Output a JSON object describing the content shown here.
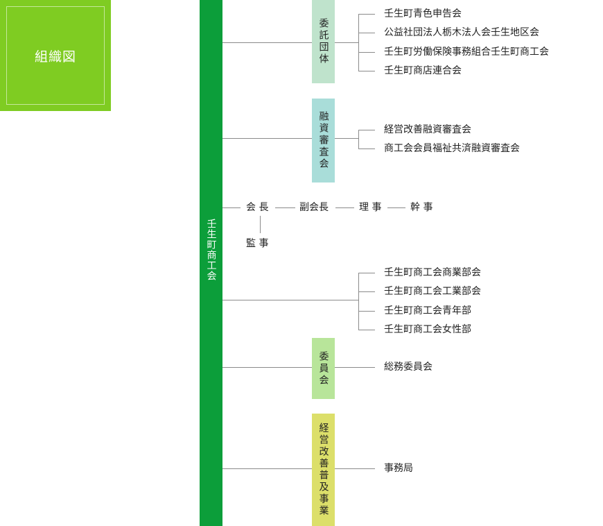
{
  "badge": {
    "title": "組織図"
  },
  "trunk": {
    "label": "壬生町商工会"
  },
  "colors": {
    "badge": "#7fcc22",
    "trunk": "#0c9e3a",
    "itaku": "#bfe3cc",
    "yushi": "#a9ddd9",
    "iinkai": "#b8e59a",
    "keiei": "#dcdf6a",
    "line": "#8a8a8a"
  },
  "groups": {
    "itaku": {
      "title": "委託団体",
      "items": [
        "壬生町青色申告会",
        "公益社団法人栃木法人会壬生地区会",
        "壬生町労働保険事務組合壬生町商工会",
        "壬生町商店連合会"
      ]
    },
    "yushi": {
      "title": "融資審査会",
      "items": [
        "経営改善融資審査会",
        "商工会会員福祉共済融資審査会"
      ]
    },
    "officers": {
      "chairman": "会 長",
      "vice": "副会長",
      "director": "理 事",
      "secretary": "幹 事",
      "auditor": "監 事"
    },
    "bukai": {
      "items": [
        "壬生町商工会商業部会",
        "壬生町商工会工業部会",
        "壬生町商工会青年部",
        "壬生町商工会女性部"
      ]
    },
    "iinkai": {
      "title": "委員会",
      "items": [
        "総務委員会"
      ]
    },
    "keiei": {
      "title": "経営改善普及事業",
      "items": [
        "事務局"
      ]
    }
  }
}
